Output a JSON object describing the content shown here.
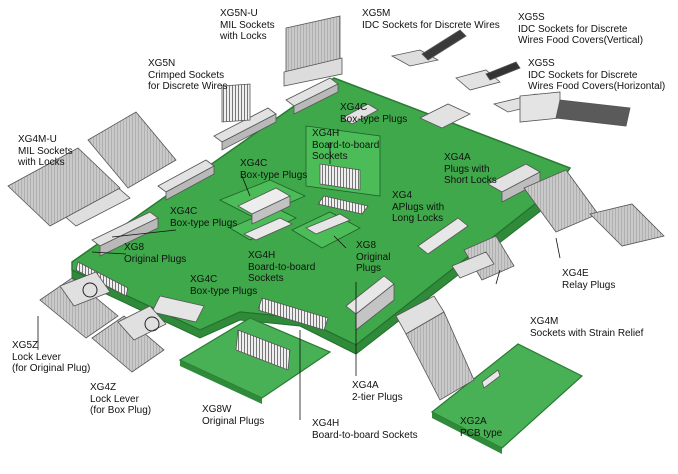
{
  "labels": {
    "xg5nu": [
      "XG5N-U",
      "MIL Sockets",
      "with Locks"
    ],
    "xg5m": [
      "XG5M",
      "IDC Sockets for Discrete Wires"
    ],
    "xg5s_v": [
      "XG5S",
      "IDC Sockets for Discrete",
      "Wires Food Covers(Vertical)"
    ],
    "xg5s_h": [
      "XG5S",
      "IDC Sockets for Discrete",
      "Wires Food Covers(Horizontal)"
    ],
    "xg5n": [
      "XG5N",
      "Crimped Sockets",
      "for Discrete Wires"
    ],
    "xg4c_top": [
      "XG4C",
      "Box-type Plugs"
    ],
    "xg4h_top": [
      "XG4H",
      "Board-to-board",
      "Sockets"
    ],
    "xg4a_top": [
      "XG4A",
      "Plugs with",
      "Short Locks"
    ],
    "xg4mu": [
      "XG4M-U",
      "MIL Sockets",
      "with Locks"
    ],
    "xg4c_mid": [
      "XG4C",
      "Box-type Plugs"
    ],
    "xg4_long": [
      "XG4",
      "APlugs with",
      "Long Locks"
    ],
    "xg4c_left": [
      "XG4C",
      "Box-type Plugs"
    ],
    "xg8_left": [
      "XG8",
      "Original Plugs"
    ],
    "xg4h_mid": [
      "XG4H",
      "Board-to-board",
      "Sockets"
    ],
    "xg8_center": [
      "XG8",
      "Original",
      "Plugs"
    ],
    "xg4e": [
      "XG4E",
      "Relay Plugs"
    ],
    "xg4c_low": [
      "XG4C",
      "Box-type Plugs"
    ],
    "xg4m": [
      "XG4M",
      "Sockets with Strain Relief"
    ],
    "xg5z": [
      "XG5Z",
      "Lock Lever",
      "(for Original Plug)"
    ],
    "xg4z": [
      "XG4Z",
      "Lock Lever",
      "(for Box Plug)"
    ],
    "xg4a_2tier": [
      "XG4A",
      "2-tier Plugs"
    ],
    "xg8w": [
      "XG8W",
      "Original Plugs"
    ],
    "xg2a": [
      "XG2A",
      "PCB type"
    ],
    "xg4h_bottom": [
      "XG4H",
      "Board-to-board Sockets"
    ]
  },
  "colors": {
    "board": "#3fa84a",
    "board_edge": "#2a7a33",
    "connector": "#dcdcdc",
    "connector_edge": "#555555",
    "cable": "#bdbdbd"
  }
}
